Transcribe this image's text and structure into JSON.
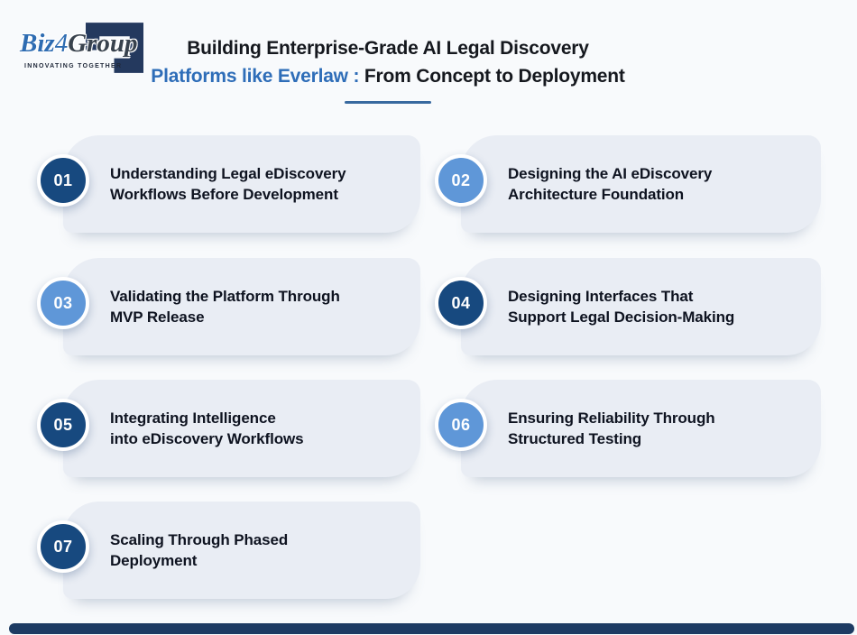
{
  "colors": {
    "page-bg": "#f8fafc",
    "card-bg": "#e9edf4",
    "circle-dark": "#17497f",
    "circle-light": "#5f97d8",
    "title-dark": "#15181e",
    "title-accent": "#2e6db8",
    "underline": "#38699f",
    "label-text": "#0e1320",
    "logo-navy": "#24395e",
    "logo-blue": "#2e6cb2",
    "logo-gray": "#38424d",
    "footer-bar": "#1d3b63"
  },
  "header": {
    "logo": {
      "word_biz": "Biz",
      "word_4": "4",
      "word_group": "Group",
      "tagline": "INNOVATING TOGETHER"
    },
    "title_line1": "Building Enterprise-Grade AI Legal Discovery",
    "title_accent": "Platforms like Everlaw :",
    "title_line2_rest": "From Concept to Deployment"
  },
  "steps": [
    {
      "number": "01",
      "variant": "dark",
      "line1": "Understanding Legal eDiscovery",
      "line2": "Workflows Before Development"
    },
    {
      "number": "02",
      "variant": "light",
      "line1": "Designing the AI eDiscovery",
      "line2": "Architecture Foundation"
    },
    {
      "number": "03",
      "variant": "light",
      "line1": "Validating the Platform Through",
      "line2": "MVP Release"
    },
    {
      "number": "04",
      "variant": "dark",
      "line1": "Designing Interfaces That",
      "line2": "Support Legal Decision-Making"
    },
    {
      "number": "05",
      "variant": "dark",
      "line1": "Integrating Intelligence",
      "line2": "into eDiscovery Workflows"
    },
    {
      "number": "06",
      "variant": "light",
      "line1": "Ensuring Reliability Through",
      "line2": "Structured Testing"
    },
    {
      "number": "07",
      "variant": "dark",
      "line1": "Scaling Through Phased",
      "line2": "Deployment"
    }
  ]
}
